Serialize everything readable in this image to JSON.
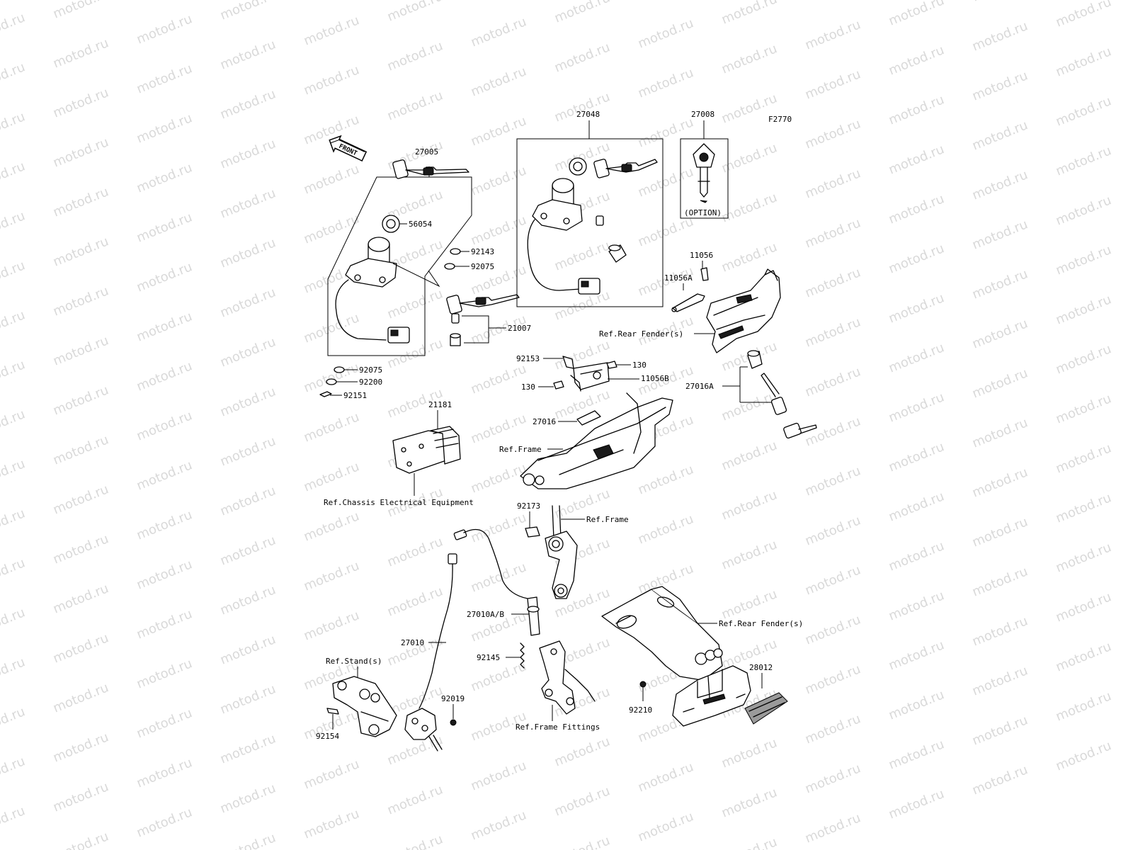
{
  "watermark": "motod.ru",
  "diagram_code": "F2770",
  "front_label": "FRONT",
  "option_label": "(OPTION)",
  "part_numbers": {
    "p27005": "27005",
    "p56054": "56054",
    "p92143": "92143",
    "p92075a": "92075",
    "p21007": "21007",
    "p92075b": "92075",
    "p92200": "92200",
    "p92151": "92151",
    "p27048": "27048",
    "p27008": "27008",
    "p11056": "11056",
    "p11056A": "11056A",
    "p92153": "92153",
    "p130a": "130",
    "p130b": "130",
    "p11056B": "11056B",
    "p27016": "27016",
    "p27016A": "27016A",
    "p21181": "21181",
    "p92173": "92173",
    "p27010AB": "27010A/B",
    "p27010": "27010",
    "p92145": "92145",
    "p92019": "92019",
    "p92154": "92154",
    "p92210": "92210",
    "p28012": "28012"
  },
  "references": {
    "rear_fender_1": "Ref.Rear Fender(s)",
    "frame_1": "Ref.Frame",
    "chassis_electrical": "Ref.Chassis Electrical Equipment",
    "frame_2": "Ref.Frame",
    "rear_fender_2": "Ref.Rear Fender(s)",
    "stands": "Ref.Stand(s)",
    "frame_fittings": "Ref.Frame Fittings"
  },
  "colors": {
    "line": "#000000",
    "watermark": "#d9d9d9",
    "background": "#ffffff"
  }
}
